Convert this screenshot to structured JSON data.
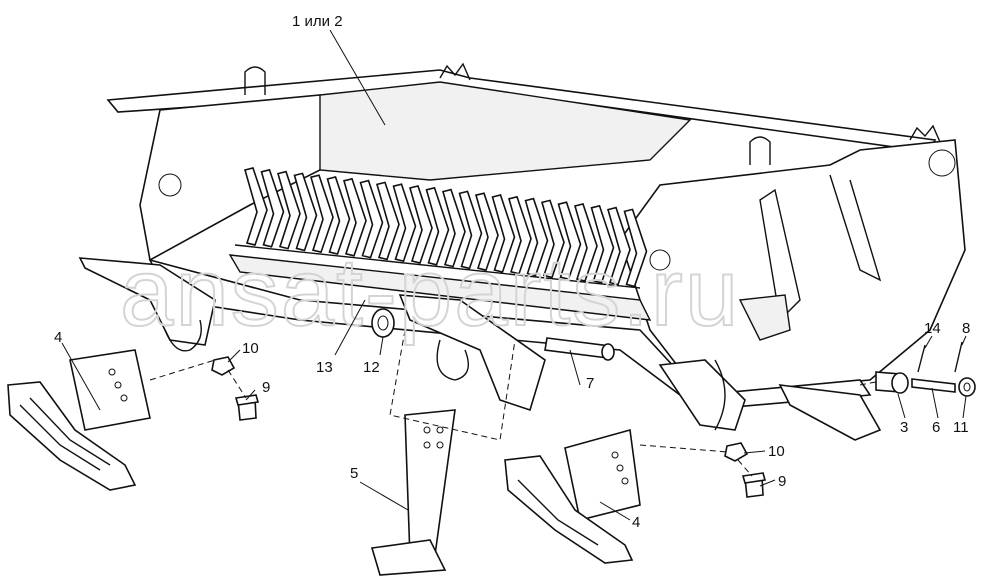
{
  "watermark": "ansat-parts.ru",
  "callouts": [
    {
      "id": "c-1or2",
      "text": "1 или 2"
    },
    {
      "id": "c-4-left",
      "text": "4"
    },
    {
      "id": "c-10-left",
      "text": "10"
    },
    {
      "id": "c-9-left",
      "text": "9"
    },
    {
      "id": "c-13",
      "text": "13"
    },
    {
      "id": "c-12",
      "text": "12"
    },
    {
      "id": "c-7",
      "text": "7"
    },
    {
      "id": "c-5",
      "text": "5"
    },
    {
      "id": "c-10-right",
      "text": "10"
    },
    {
      "id": "c-9-right",
      "text": "9"
    },
    {
      "id": "c-4-right",
      "text": "4"
    },
    {
      "id": "c-14",
      "text": "14"
    },
    {
      "id": "c-8",
      "text": "8"
    },
    {
      "id": "c-3",
      "text": "3"
    },
    {
      "id": "c-6",
      "text": "6"
    },
    {
      "id": "c-11",
      "text": "11"
    }
  ]
}
